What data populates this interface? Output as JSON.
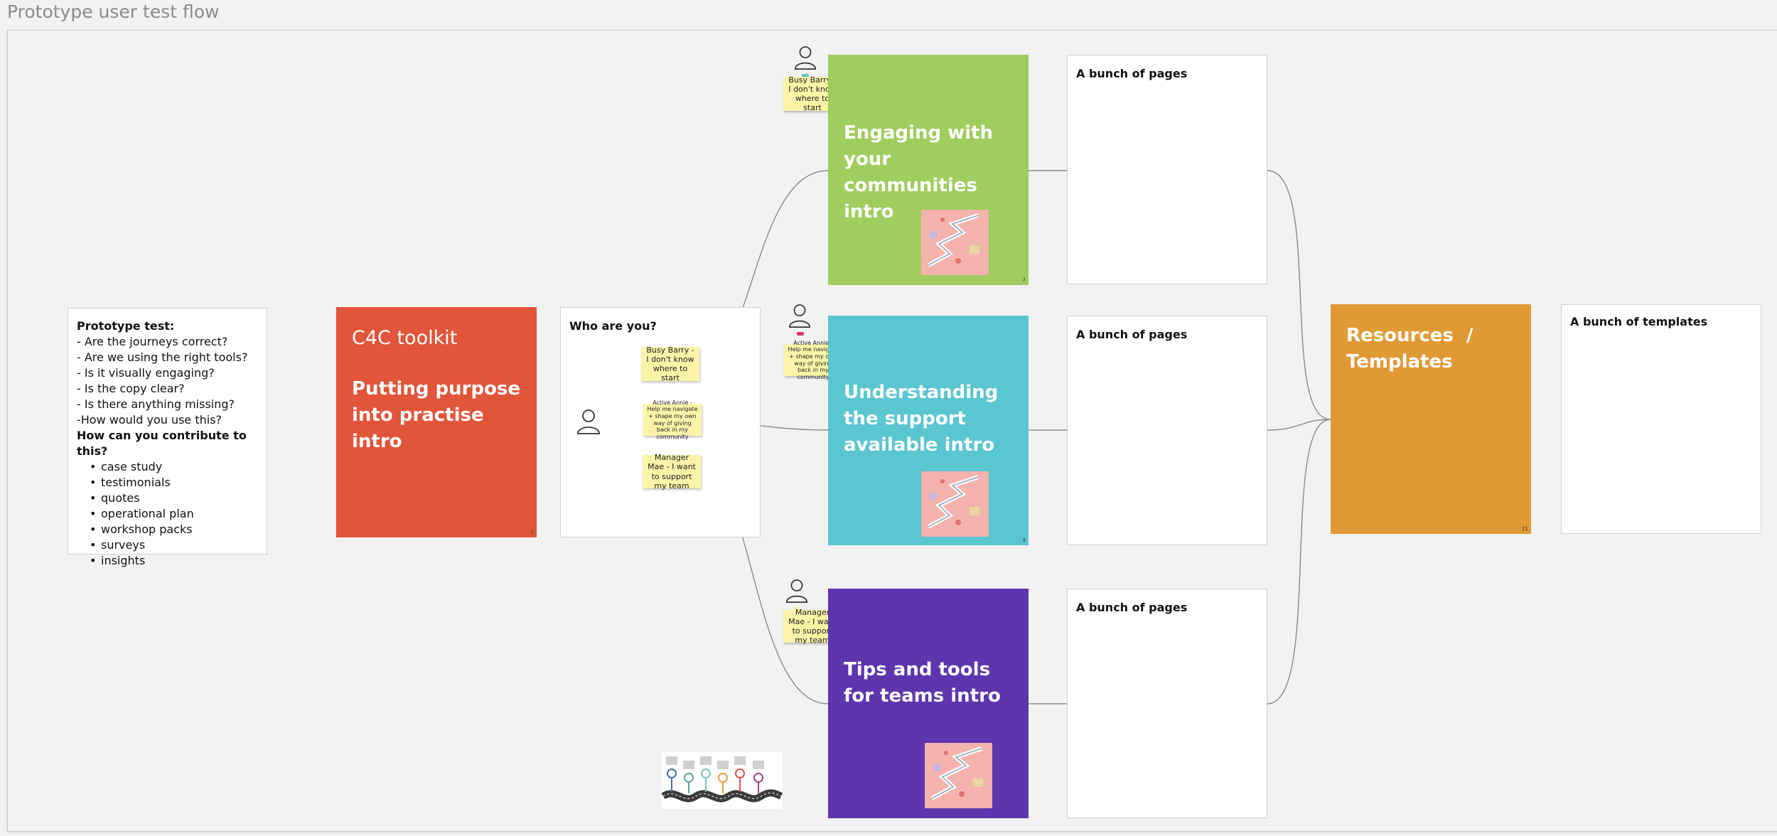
{
  "board": {
    "title": "Prototype user test flow"
  },
  "test_card": {
    "heading": "Prototype test:",
    "questions": [
      "- Are the journeys correct?",
      "- Are we using the right tools?",
      "- Is it visually engaging?",
      "- Is the copy clear?",
      "- Is there anything missing?",
      "-How would you use this?"
    ],
    "contribute_heading": "How can you contribute to this?",
    "contribute_items": [
      "case study",
      "testimonials",
      "quotes",
      "operational plan",
      "workshop packs",
      "surveys",
      "insights"
    ]
  },
  "c4c_card": {
    "title": "C4C toolkit",
    "subtitle": "Putting purpose into practise intro",
    "color": "#e1553a",
    "page_number": "1"
  },
  "who_card": {
    "heading": "Who are you?",
    "stickies": [
      "Busy Barry - I don't know where to start",
      "Active Annie - Help me navigate + shape my own way of giving back in my community",
      "Manager Mae - I want to support my team"
    ]
  },
  "journeys": [
    {
      "title": "Engaging with your communities intro",
      "color": "#9fcd5e",
      "page_number": "7",
      "persona": "Busy Barry - I don't know where to start",
      "persona_tag_color": "#5ac6d0"
    },
    {
      "title": "Understanding the support available intro",
      "color": "#5ac6d0",
      "page_number": "9",
      "persona": "Active Annie - Help me navigate + shape my own way of giving back in my community",
      "persona_tag_color": "#d6336c"
    },
    {
      "title": "Tips and tools for teams intro",
      "color": "#5d35ad",
      "page_number": "",
      "persona": "Manager Mae - I want to support my team",
      "persona_tag_color": "#fbf4a8"
    }
  ],
  "pages_cards": [
    "A bunch of pages",
    "A bunch of pages",
    "A bunch of pages"
  ],
  "resources_card": {
    "title": "Resources  /  Templates",
    "color": "#e09a35",
    "page_number": "11"
  },
  "templates_card": {
    "title": "A bunch of templates"
  },
  "icons": {
    "persona": "person-icon",
    "thumbnail": "roadmap-illustration-icon",
    "roadmap": "timeline-roadmap-icon"
  }
}
